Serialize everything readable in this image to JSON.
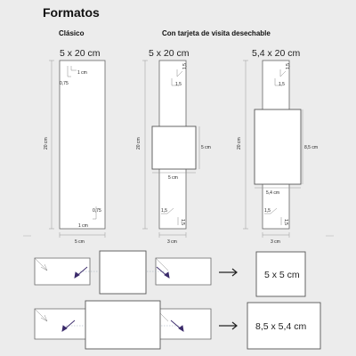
{
  "header": {
    "title": "Formatos"
  },
  "sections": {
    "classic_label": "Clásico",
    "business_card_label": "Con tarjeta de visita desechable"
  },
  "formats": {
    "f1": {
      "size": "5 x 20 cm",
      "height_label": "20 cm",
      "width_label": "5 cm",
      "mark_1cm_top": "1 cm",
      "mark_075_top": "0,75",
      "mark_1cm_bottom": "1 cm",
      "mark_075_bottom": "0,75"
    },
    "f2": {
      "size": "5 x 20 cm",
      "height_label": "20 cm",
      "width_label": "3 cm",
      "card_height_label": "5 cm",
      "card_width_label": "5 cm",
      "mark_15_top_a": "1,5",
      "mark_15_top_b": "1,5",
      "mark_15_bottom_a": "1,5",
      "mark_15_bottom_b": "1,5"
    },
    "f3": {
      "size": "5,4 x 20 cm",
      "height_label": "20 cm",
      "width_label": "3 cm",
      "card_height_label": "8,5 cm",
      "card_width_label": "5,4 cm",
      "mark_15_top_a": "1,5",
      "mark_15_top_b": "1,5",
      "mark_15_bottom_a": "1,5",
      "mark_15_bottom_b": "1,5"
    }
  },
  "results": {
    "small": "5 x 5 cm",
    "large": "8,5 x 5,4 cm"
  },
  "colors": {
    "arrow": "#3a2a6a",
    "background": "#ececec"
  }
}
